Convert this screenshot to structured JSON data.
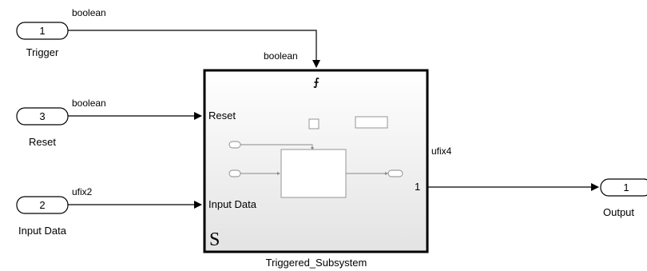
{
  "inports": [
    {
      "id": "trigger",
      "number": "1",
      "label": "Trigger",
      "signal_type": "boolean"
    },
    {
      "id": "reset",
      "number": "3",
      "label": "Reset",
      "signal_type": "boolean"
    },
    {
      "id": "input_data",
      "number": "2",
      "label": "Input Data",
      "signal_type": "ufix2"
    }
  ],
  "subsystem": {
    "name": "Triggered_Subsystem",
    "trigger_symbol": "⨍",
    "trigger_signal_type": "boolean",
    "input_ports": [
      "Reset",
      "Input Data"
    ],
    "output_port_number": "1",
    "output_signal_type": "ufix4",
    "badge": "S"
  },
  "outport": {
    "id": "output",
    "number": "1",
    "label": "Output"
  },
  "colors": {
    "line": "#000000",
    "inner": "#8a8a8a",
    "block_fill_top": "#ffffff",
    "block_fill_bottom": "#e6e6e6"
  }
}
